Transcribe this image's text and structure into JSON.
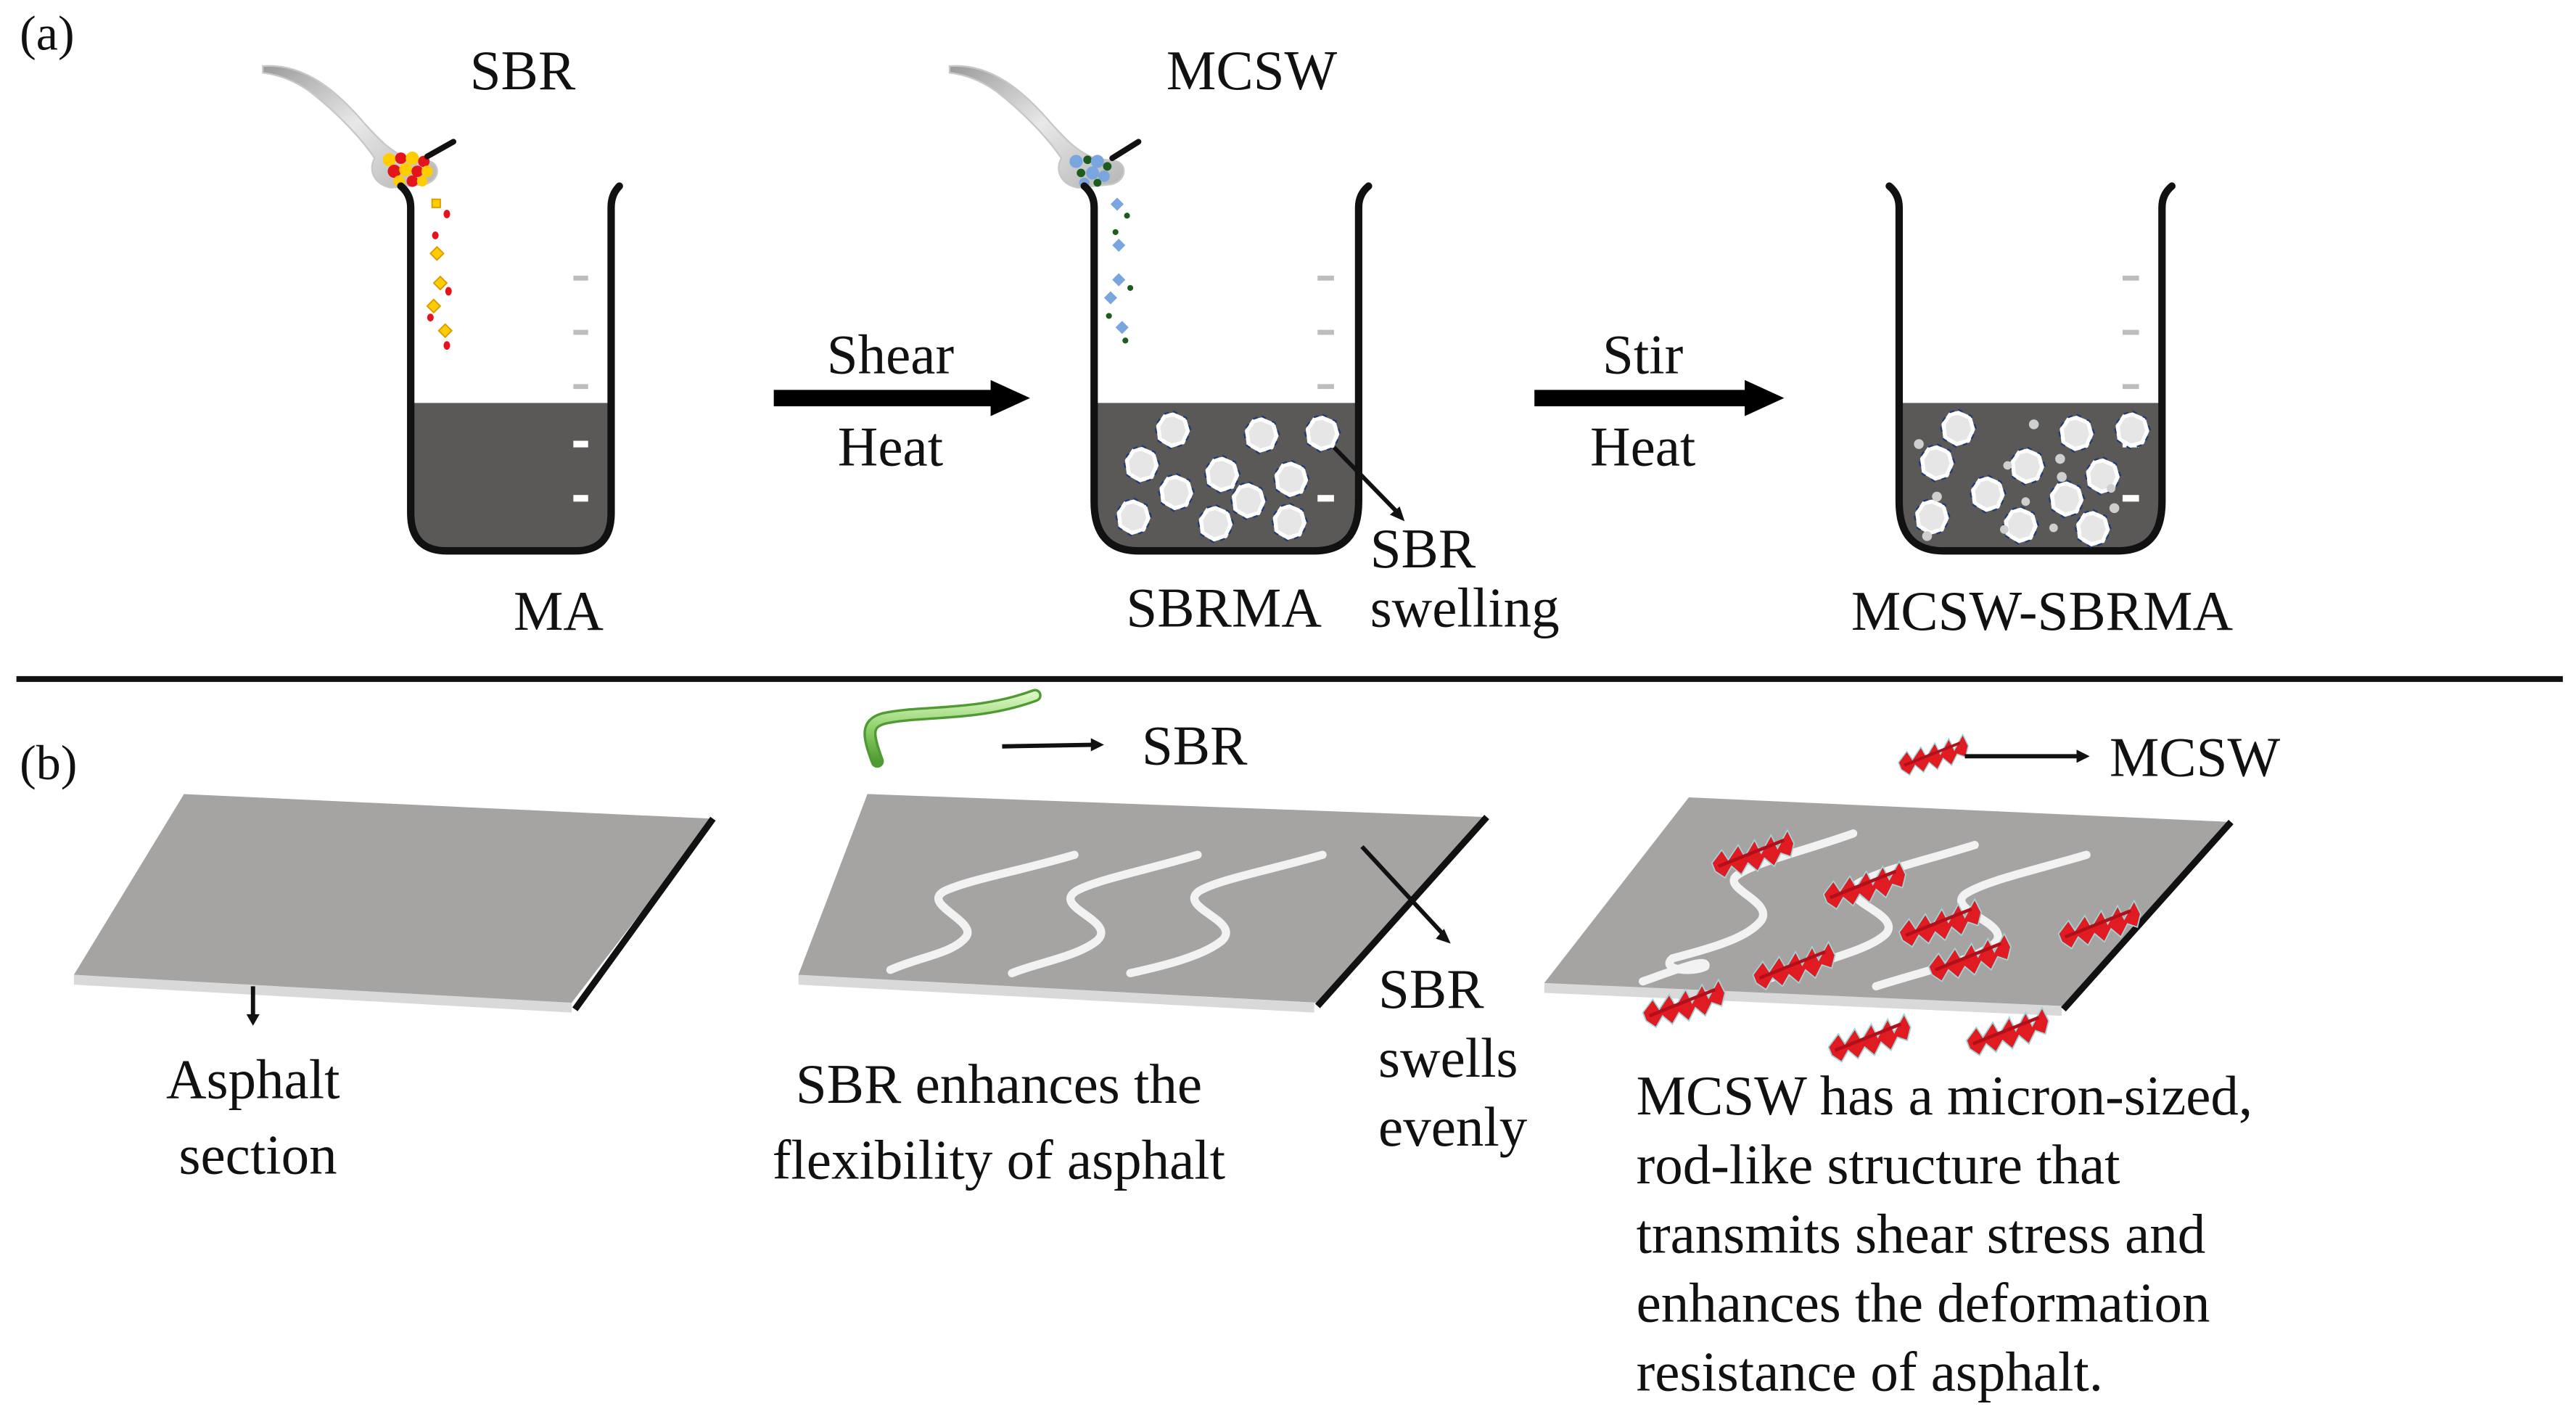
{
  "figure": {
    "panel_a": {
      "label": "(a)",
      "additives": [
        {
          "name": "SBR",
          "particle_colors": [
            "#ffcc00",
            "#e3141b"
          ]
        },
        {
          "name": "MCSW",
          "particle_colors": [
            "#7aa6e0",
            "#1d5c1d"
          ]
        }
      ],
      "steps": [
        {
          "top": "Shear",
          "bottom": "Heat"
        },
        {
          "top": "Stir",
          "bottom": "Heat"
        }
      ],
      "beakers": [
        {
          "label": "MA"
        },
        {
          "label": "SBRMA",
          "callout_line1": "SBR",
          "callout_line2": "swelling"
        },
        {
          "label": "MCSW-SBRMA"
        }
      ]
    },
    "panel_b": {
      "label": "(b)",
      "sections": [
        {
          "caption_lines": [
            "Asphalt",
            "section"
          ]
        },
        {
          "legend": "SBR",
          "caption_lines": [
            "SBR enhances the",
            "flexibility of asphalt"
          ],
          "callout_lines": [
            "SBR",
            "swells",
            "evenly"
          ]
        },
        {
          "legend": "MCSW",
          "caption_lines": [
            "MCSW has a micron-sized,",
            "rod-like structure that",
            "transmits shear stress and",
            "enhances the deformation",
            "resistance of asphalt."
          ]
        }
      ]
    },
    "colors": {
      "asphalt_liquid": "#5b5858",
      "slab": "#a6a3a3",
      "sbr_strand": "#8fd16a",
      "mcsw_rod": "#e01b22",
      "swollen_sbr": "#e6e6e6",
      "swollen_sbr_outline": "#1e3a78"
    }
  }
}
